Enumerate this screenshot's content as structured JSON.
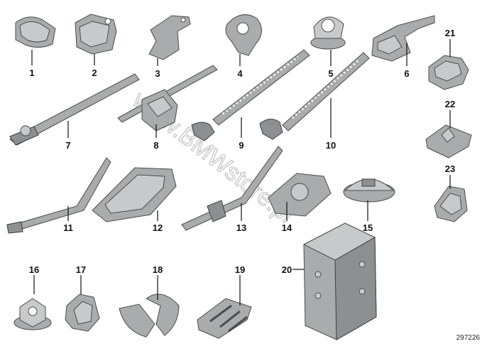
{
  "diagram": {
    "parts": [
      {
        "id": "p1",
        "label": "1"
      },
      {
        "id": "p2",
        "label": "2"
      },
      {
        "id": "p3",
        "label": "3"
      },
      {
        "id": "p4",
        "label": "4"
      },
      {
        "id": "p5",
        "label": "5"
      },
      {
        "id": "p6",
        "label": "6"
      },
      {
        "id": "p7",
        "label": "7"
      },
      {
        "id": "p8",
        "label": "8"
      },
      {
        "id": "p9",
        "label": "9"
      },
      {
        "id": "p10",
        "label": "10"
      },
      {
        "id": "p11",
        "label": "11"
      },
      {
        "id": "p12",
        "label": "12"
      },
      {
        "id": "p13",
        "label": "13"
      },
      {
        "id": "p14",
        "label": "14"
      },
      {
        "id": "p15",
        "label": "15"
      },
      {
        "id": "p16",
        "label": "16"
      },
      {
        "id": "p17",
        "label": "17"
      },
      {
        "id": "p18",
        "label": "18"
      },
      {
        "id": "p19",
        "label": "19"
      },
      {
        "id": "p20",
        "label": "20"
      },
      {
        "id": "p21",
        "label": "21"
      },
      {
        "id": "p22",
        "label": "22"
      },
      {
        "id": "p23",
        "label": "23"
      }
    ],
    "diagram_number": "297226",
    "watermark": "www.BMWstore.pl"
  }
}
